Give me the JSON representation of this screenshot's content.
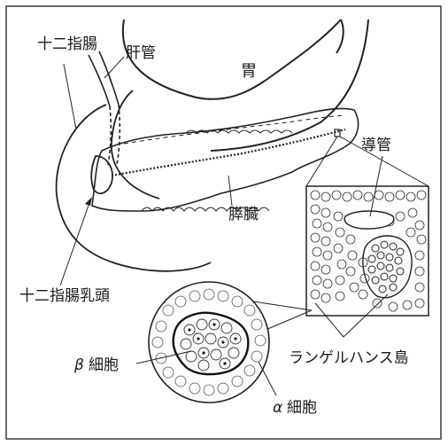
{
  "labels": {
    "duodenum": "十二指腸",
    "hepatic_duct": "肝管",
    "stomach": "胃",
    "pancreatic_duct": "導管",
    "pancreas": "膵臓",
    "duodenal_papilla": "十二指腸乳頭",
    "islets": "ランゲルハンス島",
    "beta_symbol": "β",
    "beta_cell": "細胞",
    "alpha_symbol": "α",
    "alpha_cell": "細胞"
  }
}
